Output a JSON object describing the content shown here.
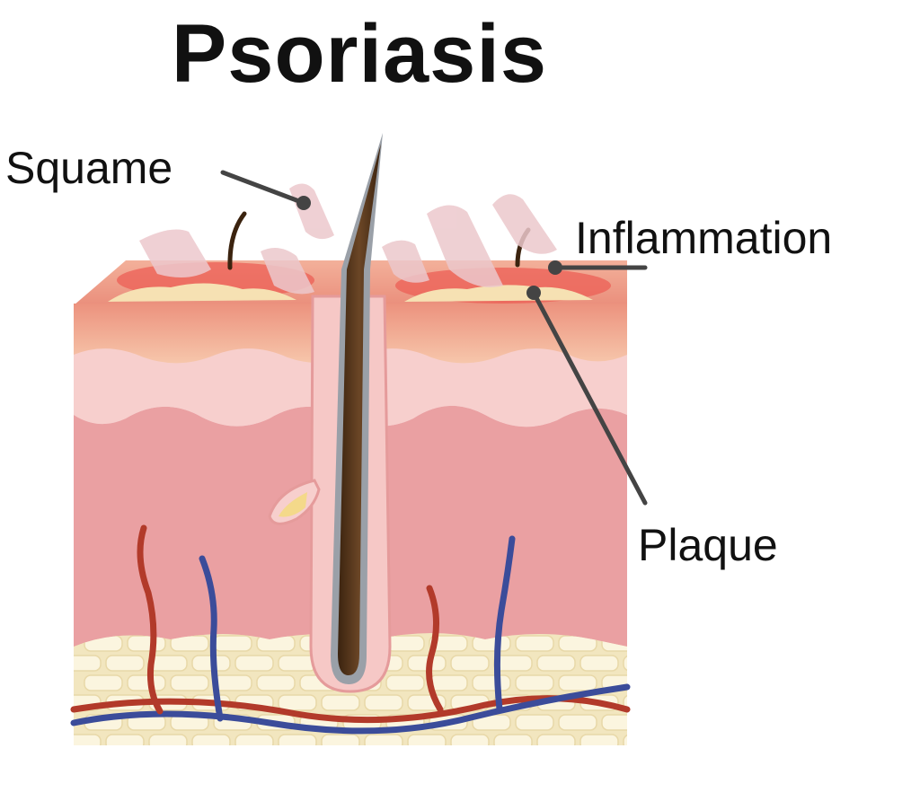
{
  "title": "Psoriasis",
  "labels": {
    "squame": "Squame",
    "inflammation": "Inflammation",
    "plaque": "Plaque"
  },
  "colors": {
    "stratum_corneum": "#e69a86",
    "epidermis_band": "#f6c0a8",
    "wave_layer": "#f7cfcd",
    "dermis": "#eaa0a2",
    "fat": "#f2e6bf",
    "fat_cell": "#fbf5df",
    "inflammation": "#ec5f55",
    "plaque": "#f6e1b3",
    "squame": "#ecc8cc",
    "hair": "#5a3a20",
    "artery": "#b23a2a",
    "vein": "#3b4c9a",
    "leader_line": "#444444"
  }
}
